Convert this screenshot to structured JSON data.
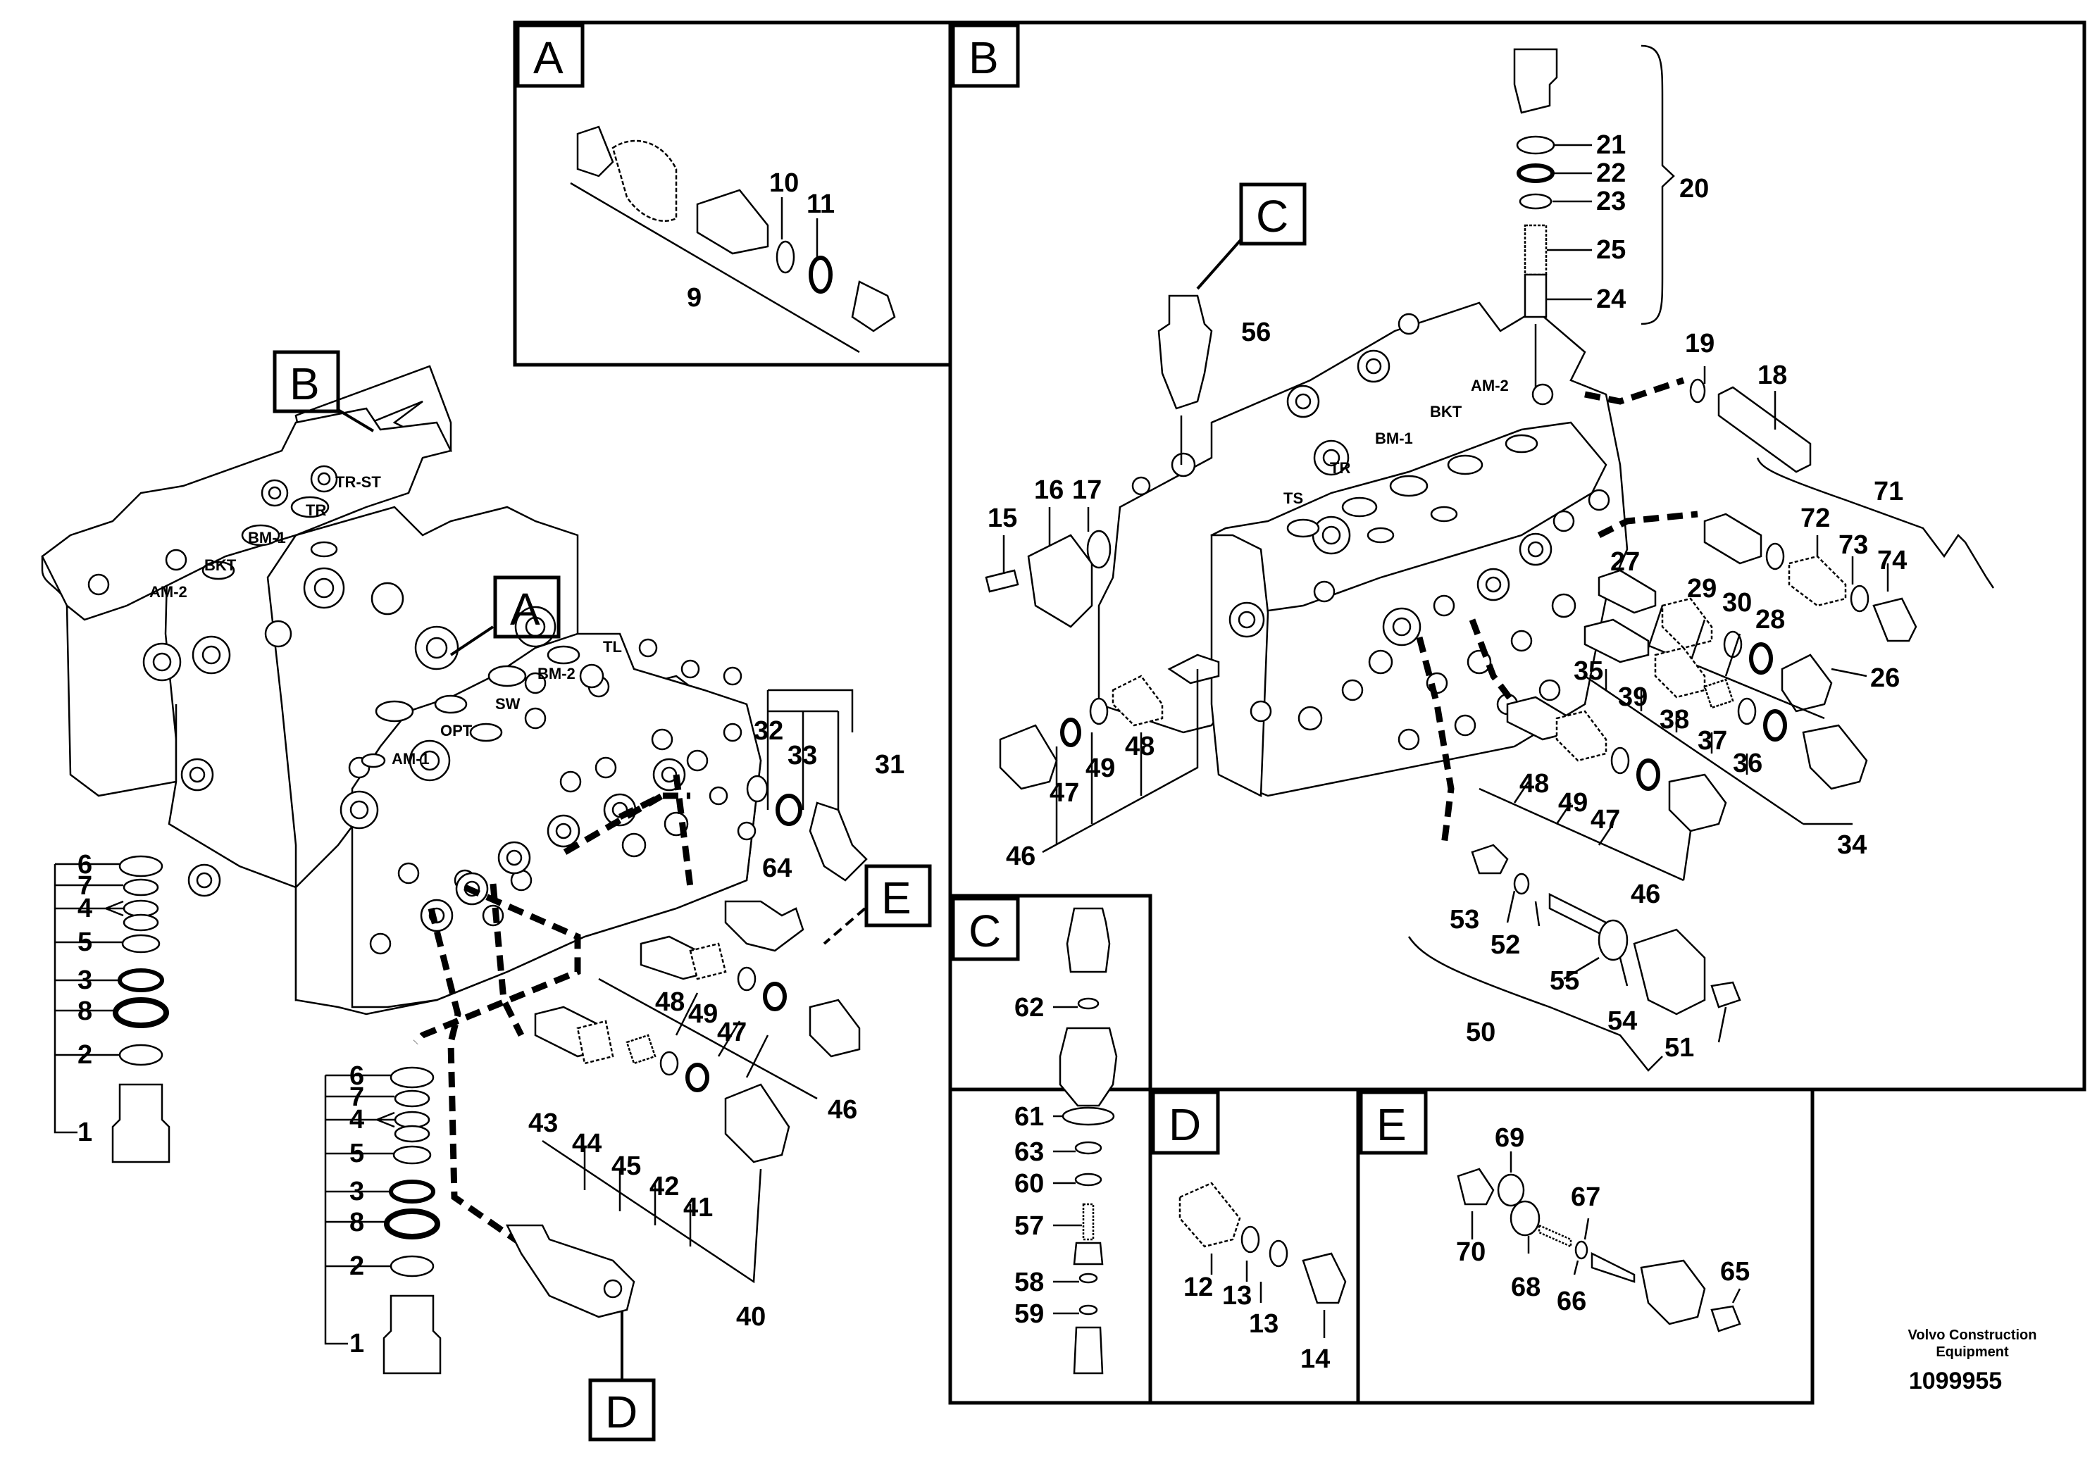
{
  "panels": {
    "A": "A",
    "B": "B",
    "C": "C",
    "D": "D",
    "E": "E"
  },
  "callouts": {
    "B": "B",
    "A": "A",
    "C": "C",
    "D": "D",
    "E": "E"
  },
  "port_labels": {
    "tr_st": "TR-ST",
    "tr": "TR",
    "bm1": "BM-1",
    "bkt": "BKT",
    "am2": "AM-2",
    "tl": "TL",
    "bm2": "BM-2",
    "sw": "SW",
    "opt": "OPT",
    "am1": "AM-1",
    "b_am2": "AM-2",
    "b_bkt": "BKT",
    "b_bm1": "BM-1",
    "b_tr": "TR",
    "b_ts": "TS"
  },
  "part_numbers": {
    "p1a": "1",
    "p2a": "2",
    "p8a": "8",
    "p3a": "3",
    "p5a": "5",
    "p4a": "4",
    "p7a": "7",
    "p6a": "6",
    "p1b": "1",
    "p2b": "2",
    "p8b": "8",
    "p3b": "3",
    "p5b": "5",
    "p4b": "4",
    "p7b": "7",
    "p6b": "6",
    "p9": "9",
    "p10": "10",
    "p11": "11",
    "p12": "12",
    "p13a": "13",
    "p13b": "13",
    "p14": "14",
    "p15": "15",
    "p16": "16",
    "p17": "17",
    "p18": "18",
    "p19": "19",
    "p20": "20",
    "p21": "21",
    "p22": "22",
    "p23": "23",
    "p24": "24",
    "p25": "25",
    "p26": "26",
    "p27": "27",
    "p28": "28",
    "p29": "29",
    "p30": "30",
    "p31": "31",
    "p32": "32",
    "p33": "33",
    "p34": "34",
    "p35": "35",
    "p36": "36",
    "p37": "37",
    "p38": "38",
    "p39": "39",
    "p40": "40",
    "p41": "41",
    "p42": "42",
    "p43": "43",
    "p44": "44",
    "p45": "45",
    "p46a": "46",
    "p46b": "46",
    "p46c": "46",
    "p47a": "47",
    "p47b": "47",
    "p47c": "47",
    "p48a": "48",
    "p48b": "48",
    "p48c": "48",
    "p49a": "49",
    "p49b": "49",
    "p49c": "49",
    "p50": "50",
    "p51": "51",
    "p52": "52",
    "p53": "53",
    "p54": "54",
    "p55": "55",
    "p56": "56",
    "p57": "57",
    "p58": "58",
    "p59": "59",
    "p60": "60",
    "p61": "61",
    "p62": "62",
    "p63": "63",
    "p64": "64",
    "p65": "65",
    "p66": "66",
    "p67": "67",
    "p68": "68",
    "p69": "69",
    "p70": "70",
    "p71": "71",
    "p72": "72",
    "p73": "73",
    "p74": "74"
  },
  "footer": {
    "credit_line1": "Volvo Construction",
    "credit_line2": "Equipment",
    "doc_number": "1099955"
  }
}
